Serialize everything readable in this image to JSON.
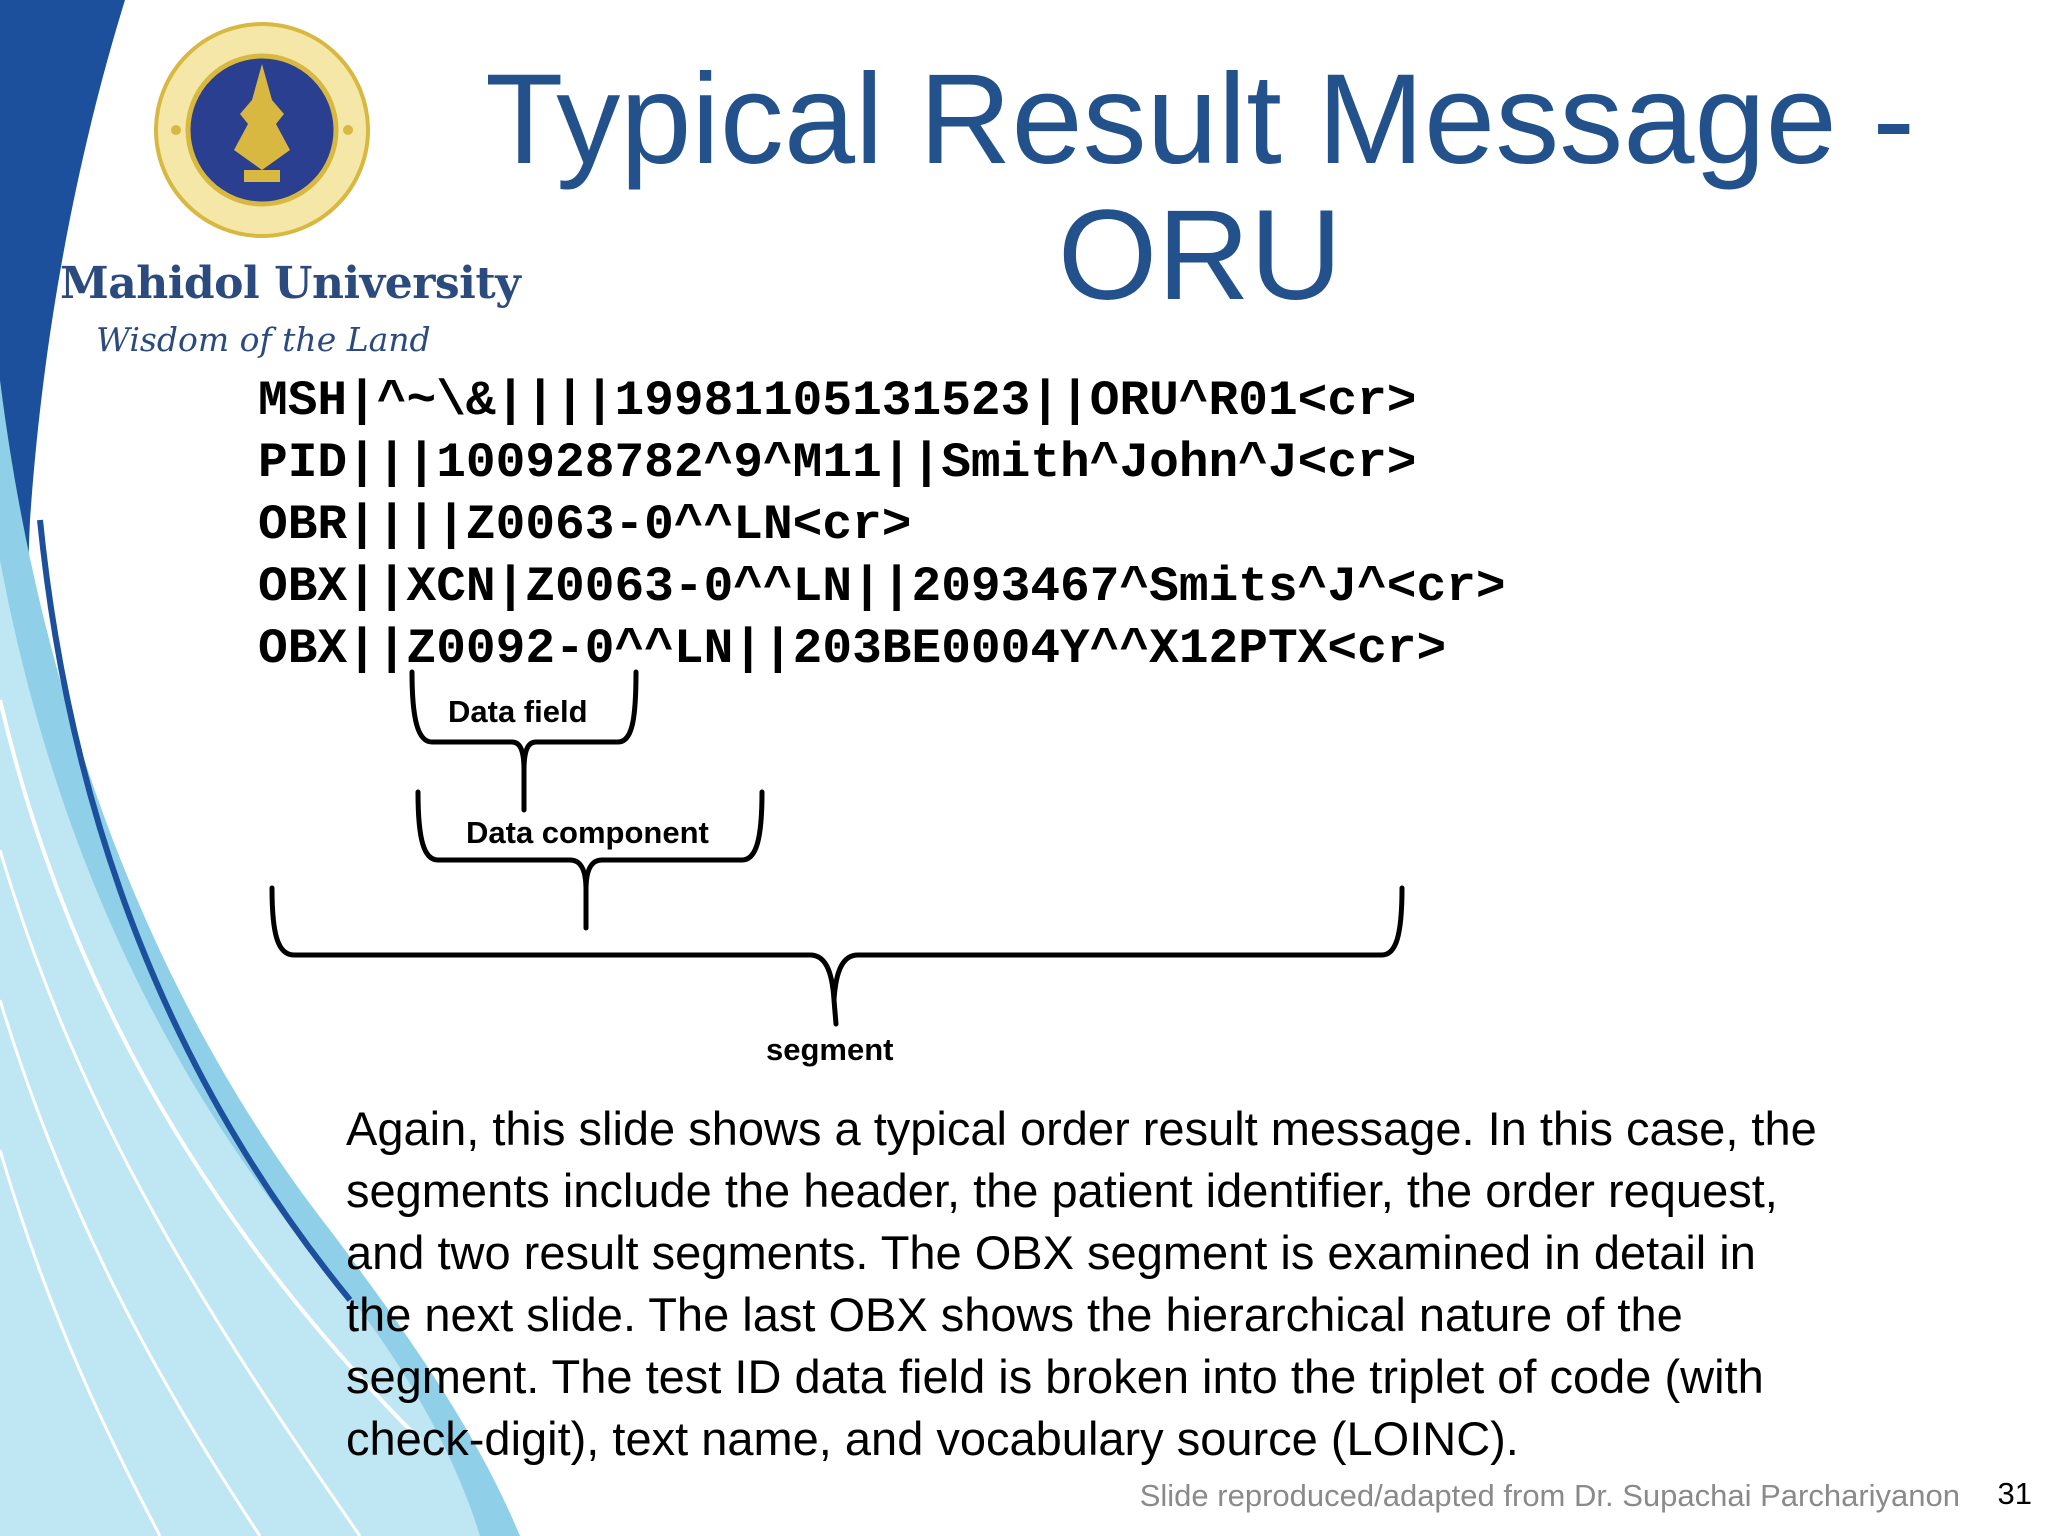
{
  "branding": {
    "university_name": "Mahidol University",
    "tagline": "Wisdom of the Land",
    "seal_icon": "mahidol-university-seal",
    "colors": {
      "navy": "#22518c",
      "deep_blue": "#1c4f9c",
      "light_blue": "#8fd0e8",
      "gold": "#d8b840"
    }
  },
  "title": {
    "line1": "Typical Result Message -",
    "line2": "ORU"
  },
  "code_lines": [
    "MSH|^~\\&||||19981105131523||ORU^R01<cr>",
    "PID|||100928782^9^M11||Smith^John^J<cr>",
    "OBR||||Z0063-0^^LN<cr>",
    "OBX||XCN|Z0063-0^^LN||2093467^Smits^J^<cr>",
    "OBX||Z0092-0^^LN||203BE0004Y^^X12PTX<cr>"
  ],
  "annotations": {
    "data_field": "Data field",
    "data_component": "Data component",
    "segment": "segment"
  },
  "body_lines": [
    "Again, this slide shows a typical order result message.  In this case, the",
    "segments include the header, the patient identifier, the order request,",
    "and two result segments.  The OBX segment is examined in detail in",
    "the next slide.  The last OBX shows the hierarchical nature of the",
    "segment.  The test ID data field is broken into the triplet of code (with",
    "check-digit), text name, and vocabulary source (LOINC)."
  ],
  "footer": {
    "credit": "Slide reproduced/adapted from Dr. Supachai Parchariyanon",
    "page_number": "31"
  }
}
